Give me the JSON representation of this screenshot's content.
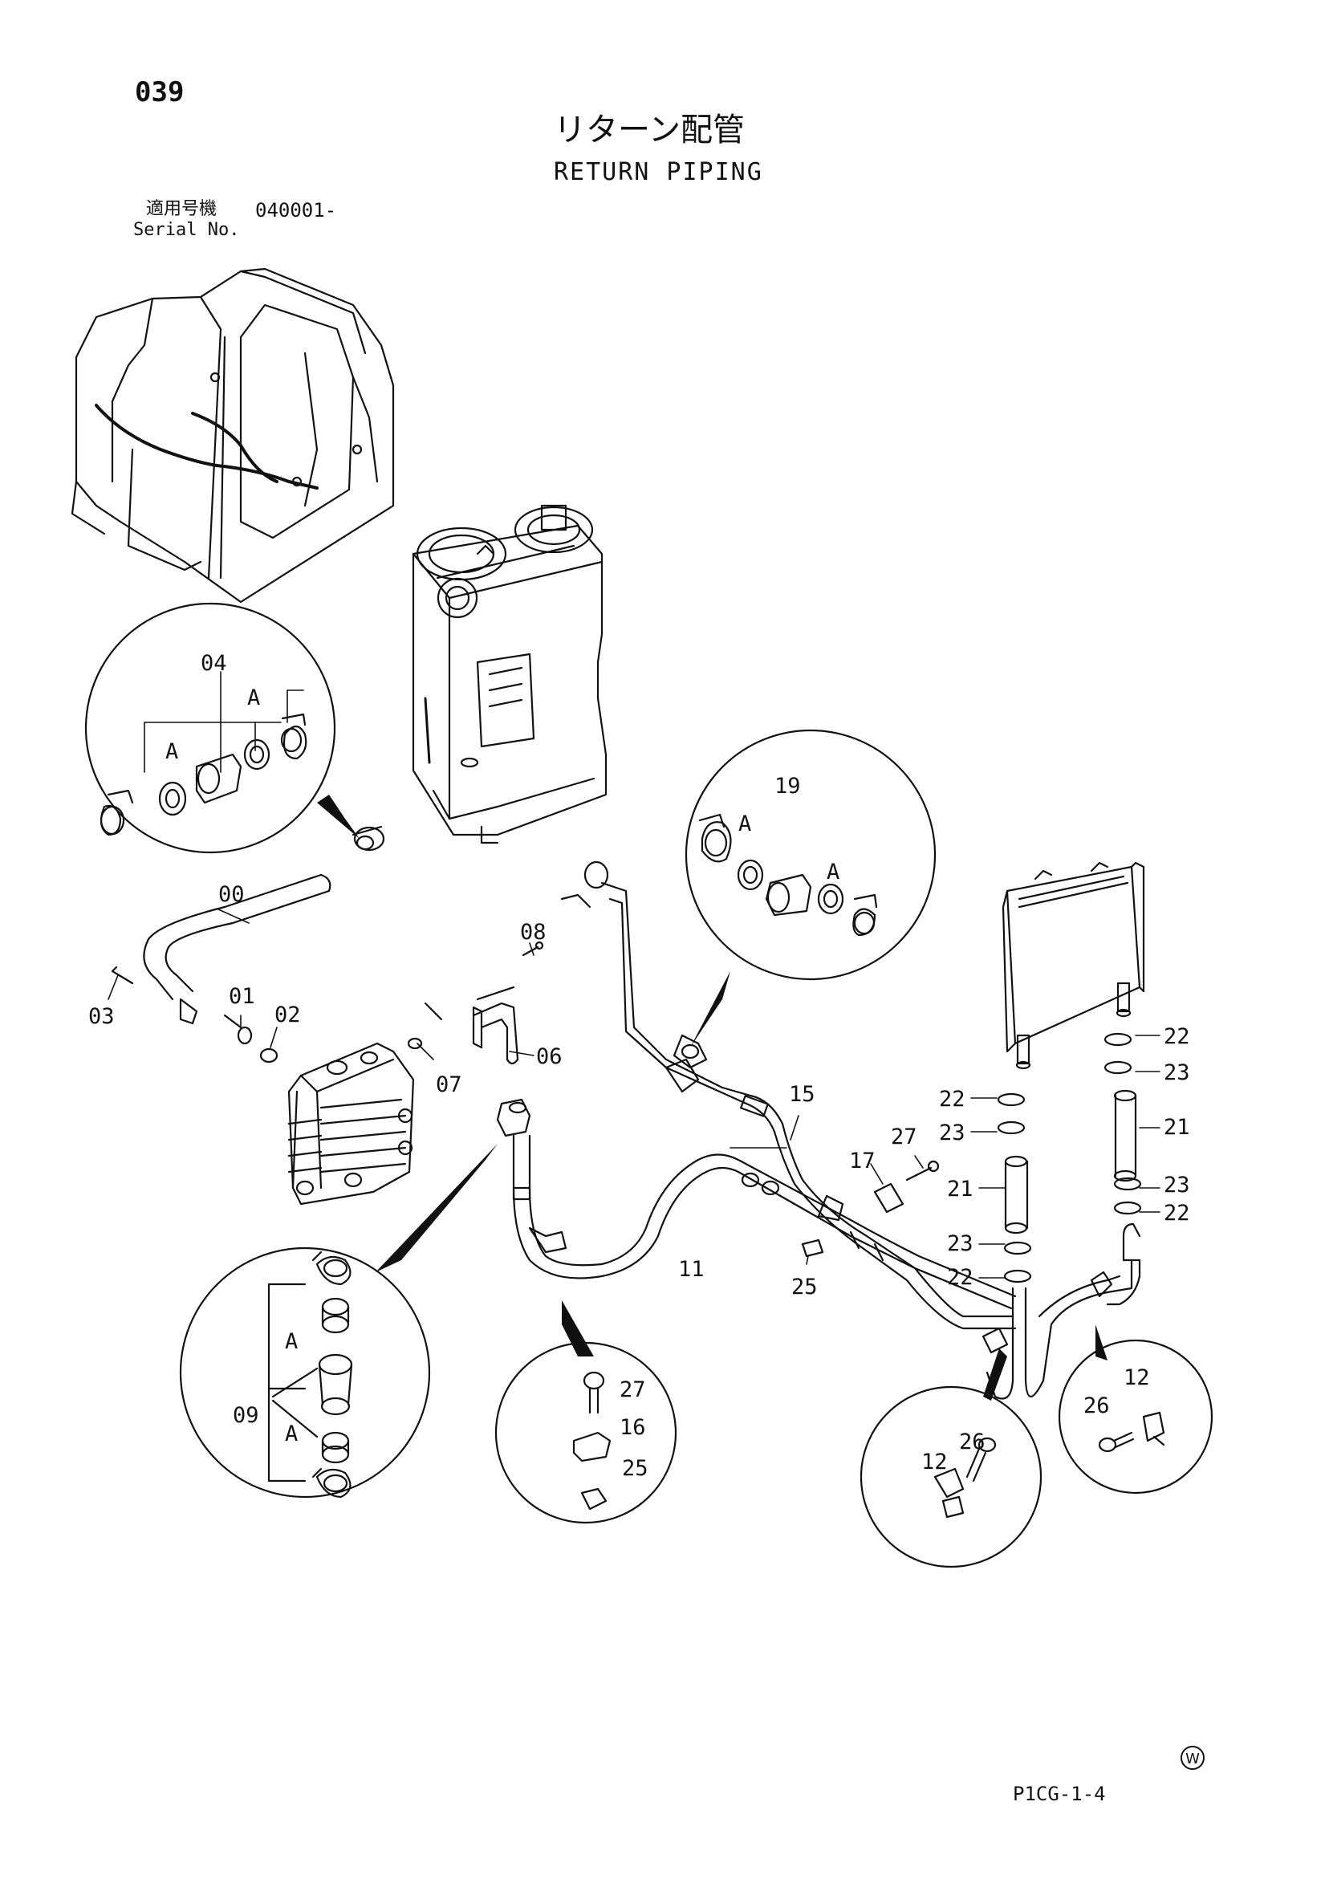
{
  "page_number": "039",
  "title_jp": "リターン配管",
  "title_en": "RETURN PIPING",
  "serial_label_jp": "適用号機",
  "serial_value": "040001-",
  "serial_label_en": "Serial No.",
  "drawing_code": "P1CG-1-4",
  "mark_symbol": "W",
  "callouts": {
    "c00": "00",
    "c01": "01",
    "c02": "02",
    "c03": "03",
    "c04": "04",
    "c06": "06",
    "c07": "07",
    "c08": "08",
    "c09": "09",
    "c11": "11",
    "c12a": "12",
    "c12b": "12",
    "c15": "15",
    "c16": "16",
    "c17": "17",
    "c19": "19",
    "c21a": "21",
    "c21b": "21",
    "c22a": "22",
    "c22b": "22",
    "c22c": "22",
    "c22d": "22",
    "c23a": "23",
    "c23b": "23",
    "c23c": "23",
    "c23d": "23",
    "c25a": "25",
    "c25b": "25",
    "c26a": "26",
    "c26b": "26",
    "c27a": "27",
    "c27b": "27",
    "a1": "A",
    "a2": "A",
    "a3": "A",
    "a4": "A",
    "a5": "A",
    "a6": "A"
  }
}
